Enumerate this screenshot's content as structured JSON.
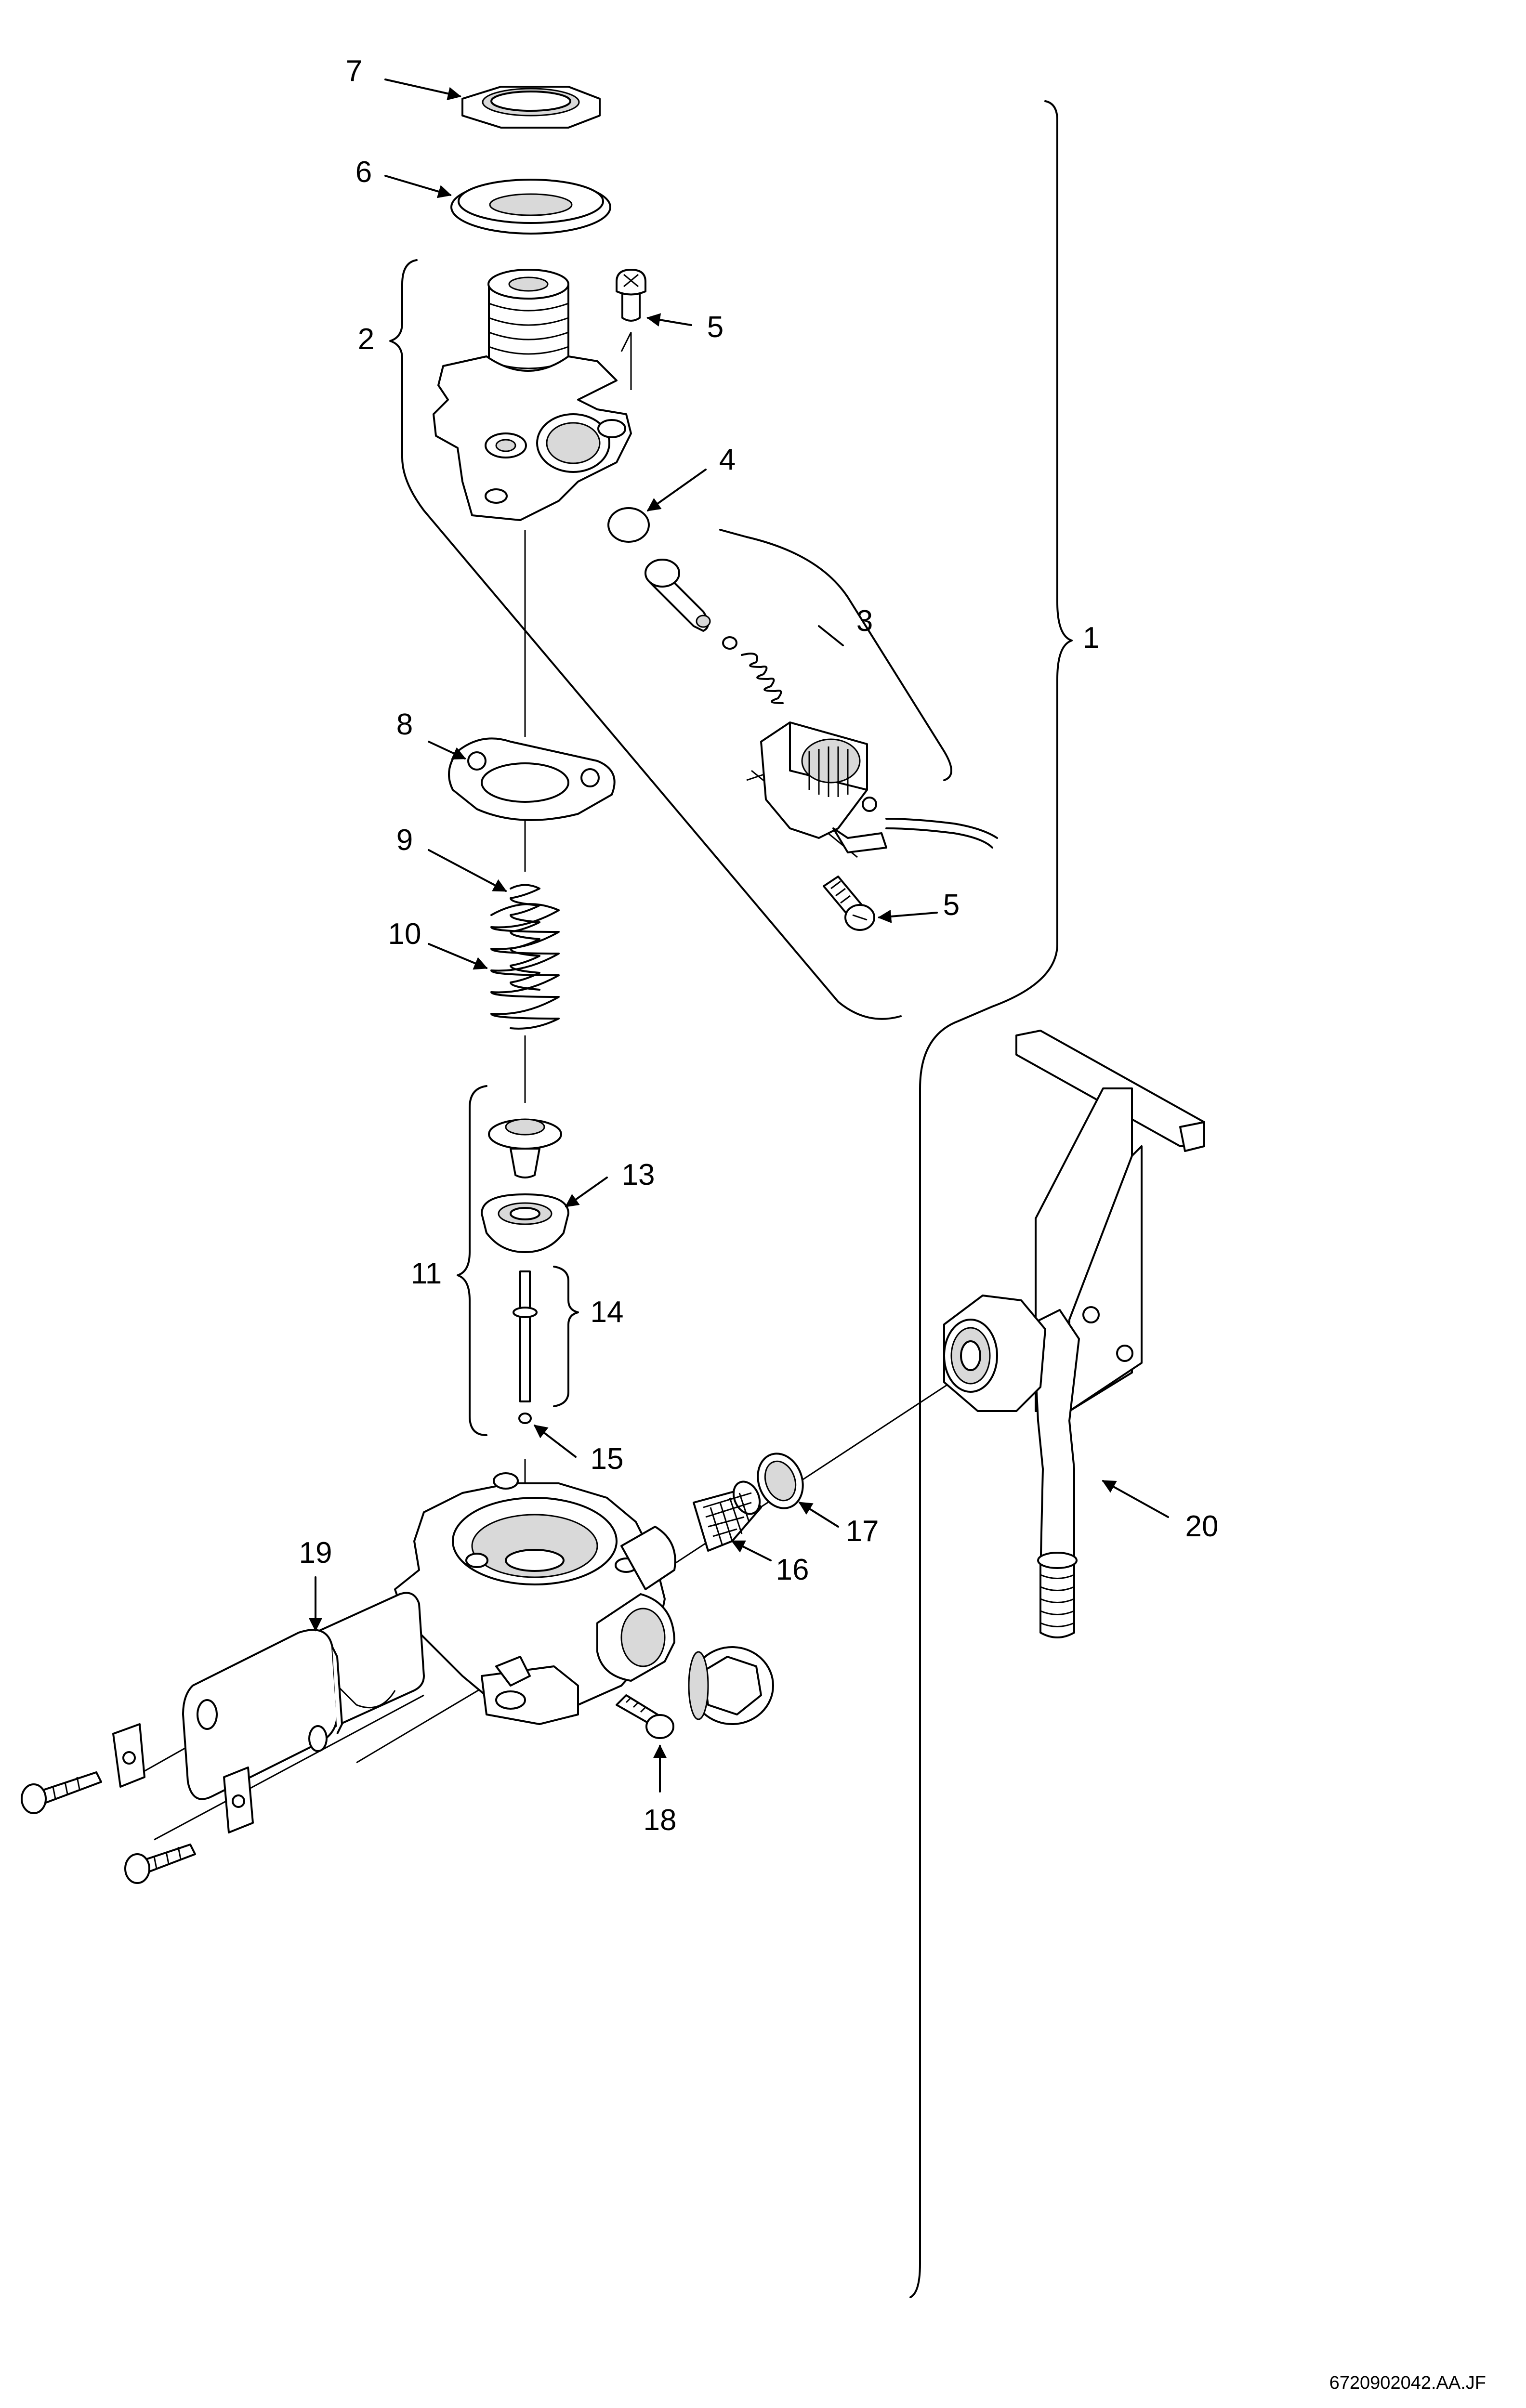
{
  "callouts": {
    "c1": "1",
    "c2": "2",
    "c3": "3",
    "c4": "4",
    "c5a": "5",
    "c5b": "5",
    "c6": "6",
    "c7": "7",
    "c8": "8",
    "c9": "9",
    "c10": "10",
    "c11": "11",
    "c13": "13",
    "c14": "14",
    "c15": "15",
    "c16": "16",
    "c17": "17",
    "c18": "18",
    "c19": "19",
    "c20": "20"
  },
  "document_ref": "6720902042.AA.JF",
  "colors": {
    "line": "#000000",
    "fill": "#ffffff",
    "shade": "#d9d9d9"
  }
}
